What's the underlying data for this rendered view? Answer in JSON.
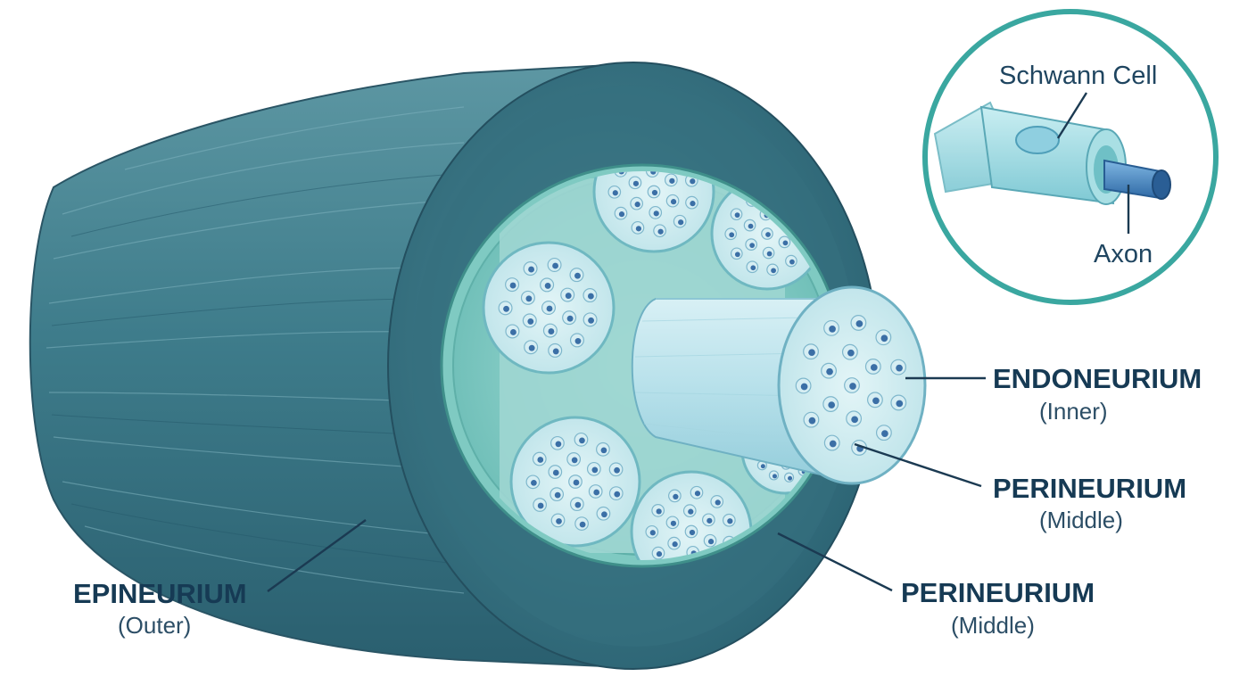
{
  "labels": {
    "endoneurium": {
      "title": "ENDONEURIUM",
      "subtitle": "(Inner)"
    },
    "perineurium_a": {
      "title": "PERINEURIUM",
      "subtitle": "(Middle)"
    },
    "perineurium_b": {
      "title": "PERINEURIUM",
      "subtitle": "(Middle)"
    },
    "epineurium": {
      "title": "EPINEURIUM",
      "subtitle": "(Outer)"
    }
  },
  "inset": {
    "schwann_cell": "Schwann Cell",
    "axon": "Axon"
  },
  "colors": {
    "epineurium": "#3f7d8c",
    "perineurium": "#8fd3c9",
    "endoneurium": "#cfeaf3",
    "axon": "#2f6fae",
    "label_text": "#163a54",
    "inset_ring": "#3aa7a0"
  }
}
